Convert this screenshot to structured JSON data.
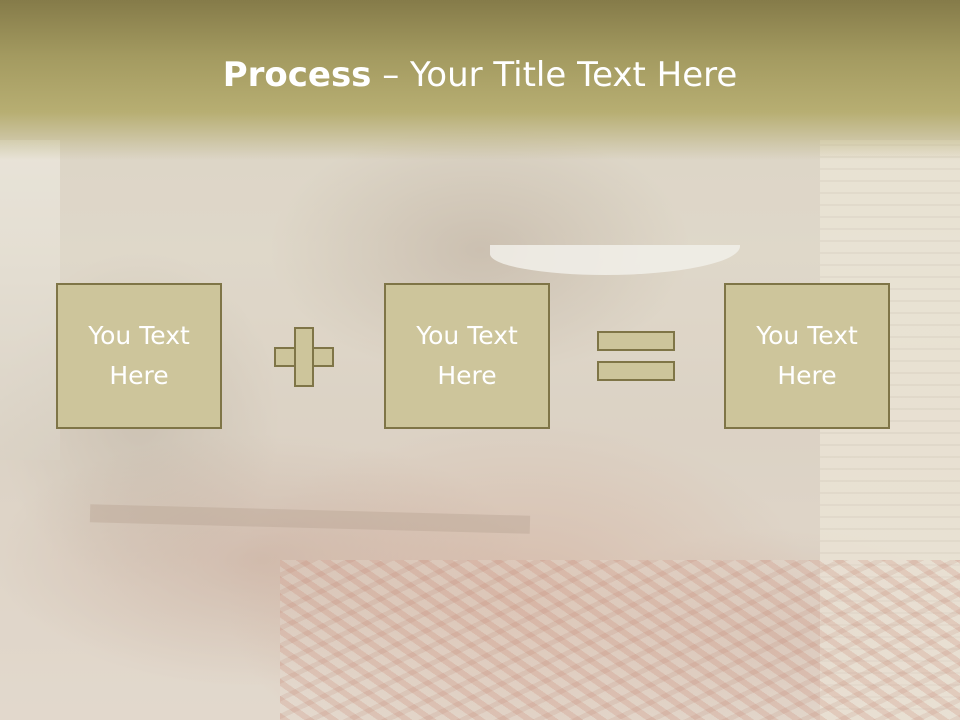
{
  "slide": {
    "title_bold": "Process",
    "title_rest": " – Your Title Text Here",
    "boxes": [
      {
        "label": "You Text Here"
      },
      {
        "label": "You Text Here"
      },
      {
        "label": "You Text Here"
      }
    ],
    "operators": [
      "plus",
      "equals"
    ],
    "colors": {
      "title_band": "#a39a60",
      "box_fill": "#cdc59b",
      "box_border": "#7f7547",
      "text": "#ffffff"
    }
  }
}
